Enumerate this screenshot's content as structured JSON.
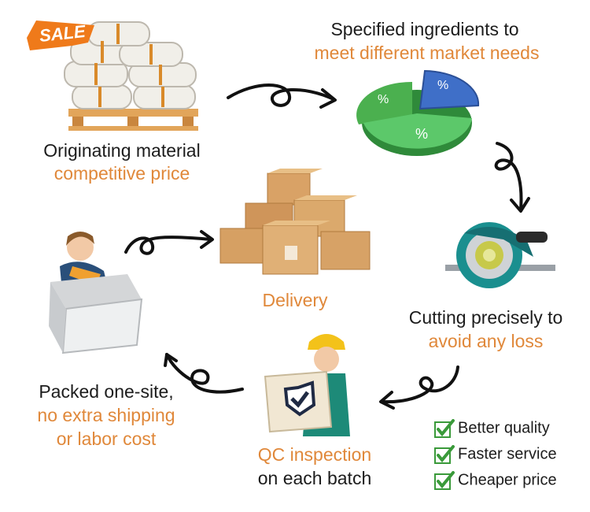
{
  "steps": {
    "material": {
      "line1": "Originating material",
      "line2": "competitive price",
      "sale_badge": "SALE"
    },
    "ingredients": {
      "line1": "Specified ingredients to",
      "line2": "meet different market needs",
      "slice_labels": [
        "%",
        "%",
        "%"
      ]
    },
    "cutting": {
      "line1": "Cutting precisely to",
      "line2": "avoid any loss"
    },
    "qc": {
      "line1": "QC inspection",
      "line2": "on each batch"
    },
    "packed": {
      "line1": "Packed one-site,",
      "line2": "no extra shipping",
      "line3": "or labor cost"
    },
    "delivery": {
      "label": "Delivery"
    }
  },
  "benefits": [
    "Better quality",
    "Faster service",
    "Cheaper price"
  ],
  "colors": {
    "accent_orange": "#e0883a",
    "text_dark": "#1c1c1c",
    "check_green": "#3a9a3a",
    "pie_green": "#4caf50",
    "pie_blue": "#3f6fc8"
  },
  "icons": [
    "sack-pallet-illustration",
    "pie-chart-illustration",
    "circular-saw-illustration",
    "qc-inspector-illustration",
    "packing-worker-illustration",
    "cardboard-boxes-illustration",
    "checkbox-check-icon"
  ]
}
